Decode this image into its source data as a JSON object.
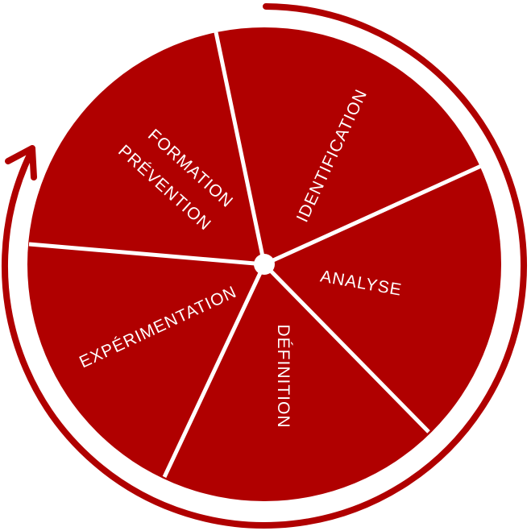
{
  "colors": {
    "primary": "#b00000",
    "divider": "#ffffff"
  },
  "cycle_arrow": {
    "icon": "clockwise-cycle-arrow-icon"
  },
  "segments": [
    {
      "id": "identification",
      "label": "IDENTIFICATION"
    },
    {
      "id": "analyse",
      "label": "ANALYSE"
    },
    {
      "id": "definition",
      "label": "DÉFINITION"
    },
    {
      "id": "experimentation",
      "label": "EXPÉRIMENTATION"
    },
    {
      "id": "formation-prevention",
      "label_line1": "FORMATION",
      "label_line2": "PRÉVENTION"
    }
  ]
}
